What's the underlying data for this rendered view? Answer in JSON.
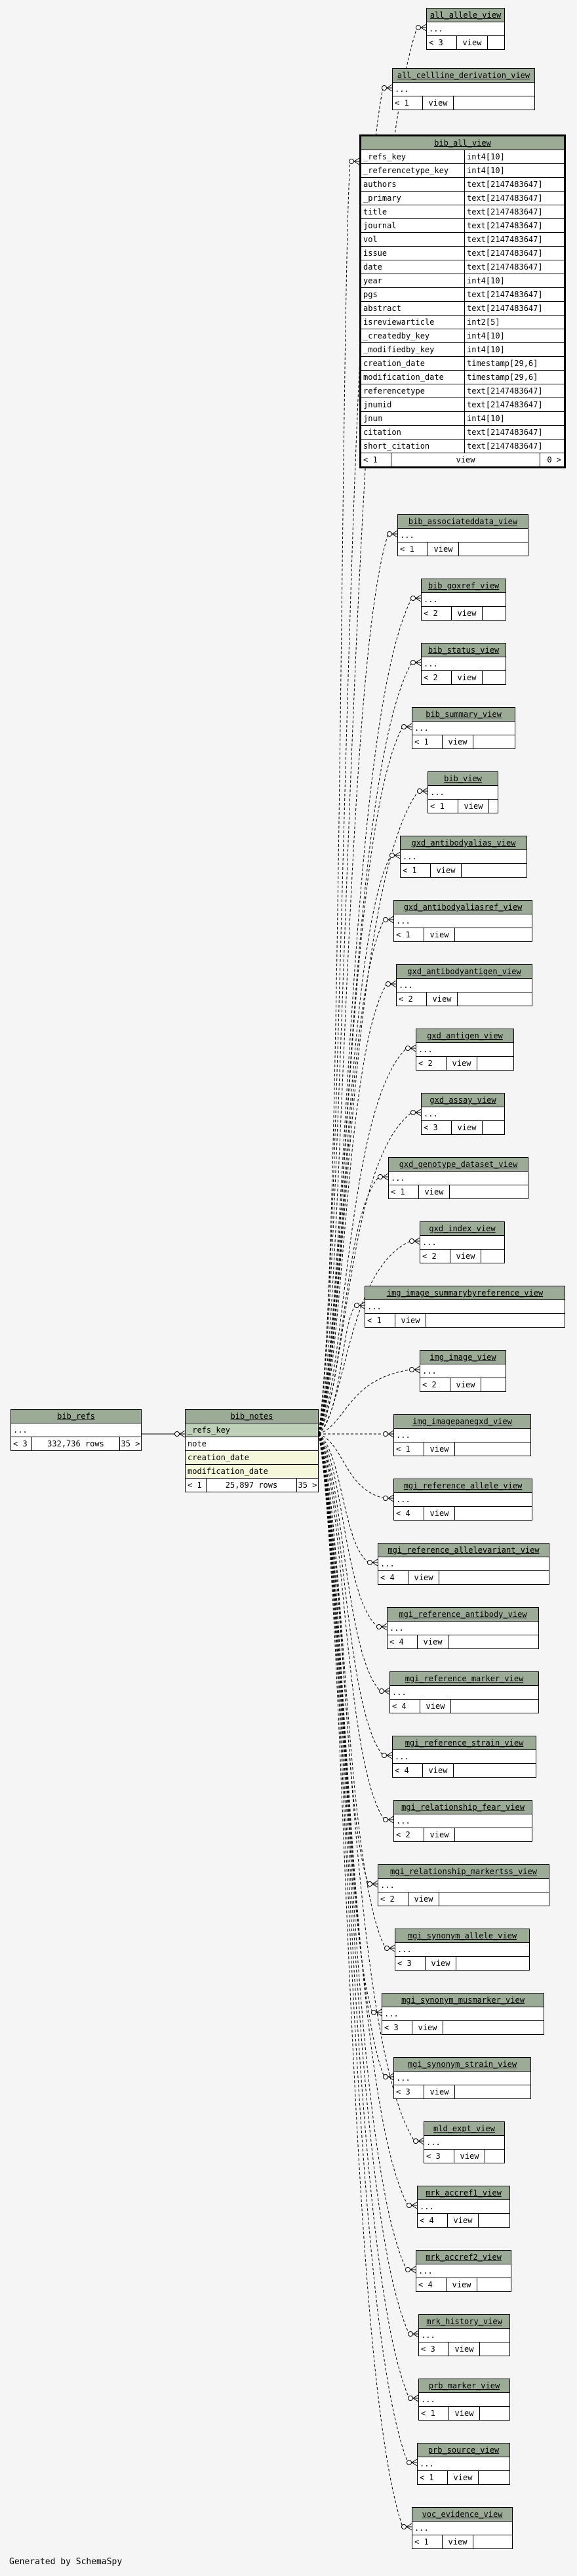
{
  "footer_text": "Generated by SchemaSpy",
  "colors": {
    "header_bg": "#9bab96",
    "key_bg": "#bed1b8",
    "index_bg": "#f4f7da",
    "edge": "#000000"
  },
  "bib_refs": {
    "name": "bib_refs",
    "row": "...",
    "left": "< 3",
    "rows": "332,736 rows",
    "right": "35 >"
  },
  "bib_notes": {
    "name": "bib_notes",
    "columns": [
      "_refs_key",
      "note",
      "creation_date",
      "modification_date"
    ],
    "left": "< 1",
    "rows": "25,897 rows",
    "right": "35 >"
  },
  "bib_all_view": {
    "name": "bib_all_view",
    "columns": [
      {
        "name": "_refs_key",
        "type": "int4[10]"
      },
      {
        "name": "_referencetype_key",
        "type": "int4[10]"
      },
      {
        "name": "authors",
        "type": "text[2147483647]"
      },
      {
        "name": "_primary",
        "type": "text[2147483647]"
      },
      {
        "name": "title",
        "type": "text[2147483647]"
      },
      {
        "name": "journal",
        "type": "text[2147483647]"
      },
      {
        "name": "vol",
        "type": "text[2147483647]"
      },
      {
        "name": "issue",
        "type": "text[2147483647]"
      },
      {
        "name": "date",
        "type": "text[2147483647]"
      },
      {
        "name": "year",
        "type": "int4[10]"
      },
      {
        "name": "pgs",
        "type": "text[2147483647]"
      },
      {
        "name": "abstract",
        "type": "text[2147483647]"
      },
      {
        "name": "isreviewarticle",
        "type": "int2[5]"
      },
      {
        "name": "_createdby_key",
        "type": "int4[10]"
      },
      {
        "name": "_modifiedby_key",
        "type": "int4[10]"
      },
      {
        "name": "creation_date",
        "type": "timestamp[29,6]"
      },
      {
        "name": "modification_date",
        "type": "timestamp[29,6]"
      },
      {
        "name": "referencetype",
        "type": "text[2147483647]"
      },
      {
        "name": "jnumid",
        "type": "text[2147483647]"
      },
      {
        "name": "jnum",
        "type": "int4[10]"
      },
      {
        "name": "citation",
        "type": "text[2147483647]"
      },
      {
        "name": "short_citation",
        "type": "text[2147483647]"
      }
    ],
    "left": "< 1",
    "mid": "view",
    "right": "0 >"
  },
  "views": [
    {
      "name": "all_allele_view",
      "count": "< 3",
      "label": "view"
    },
    {
      "name": "all_cellline_derivation_view",
      "count": "< 1",
      "label": "view"
    },
    {
      "name": "bib_associateddata_view",
      "count": "< 1",
      "label": "view"
    },
    {
      "name": "bib_goxref_view",
      "count": "< 2",
      "label": "view"
    },
    {
      "name": "bib_status_view",
      "count": "< 2",
      "label": "view"
    },
    {
      "name": "bib_summary_view",
      "count": "< 1",
      "label": "view"
    },
    {
      "name": "bib_view",
      "count": "< 1",
      "label": "view"
    },
    {
      "name": "gxd_antibodyalias_view",
      "count": "< 1",
      "label": "view"
    },
    {
      "name": "gxd_antibodyaliasref_view",
      "count": "< 1",
      "label": "view"
    },
    {
      "name": "gxd_antibodyantigen_view",
      "count": "< 2",
      "label": "view"
    },
    {
      "name": "gxd_antigen_view",
      "count": "< 2",
      "label": "view"
    },
    {
      "name": "gxd_assay_view",
      "count": "< 3",
      "label": "view"
    },
    {
      "name": "gxd_genotype_dataset_view",
      "count": "< 1",
      "label": "view"
    },
    {
      "name": "gxd_index_view",
      "count": "< 2",
      "label": "view"
    },
    {
      "name": "img_image_summarybyreference_view",
      "count": "< 1",
      "label": "view"
    },
    {
      "name": "img_image_view",
      "count": "< 2",
      "label": "view"
    },
    {
      "name": "img_imagepanegxd_view",
      "count": "< 1",
      "label": "view"
    },
    {
      "name": "mgi_reference_allele_view",
      "count": "< 4",
      "label": "view"
    },
    {
      "name": "mgi_reference_allelevariant_view",
      "count": "< 4",
      "label": "view"
    },
    {
      "name": "mgi_reference_antibody_view",
      "count": "< 4",
      "label": "view"
    },
    {
      "name": "mgi_reference_marker_view",
      "count": "< 4",
      "label": "view"
    },
    {
      "name": "mgi_reference_strain_view",
      "count": "< 4",
      "label": "view"
    },
    {
      "name": "mgi_relationship_fear_view",
      "count": "< 2",
      "label": "view"
    },
    {
      "name": "mgi_relationship_markertss_view",
      "count": "< 2",
      "label": "view"
    },
    {
      "name": "mgi_synonym_allele_view",
      "count": "< 3",
      "label": "view"
    },
    {
      "name": "mgi_synonym_musmarker_view",
      "count": "< 3",
      "label": "view"
    },
    {
      "name": "mgi_synonym_strain_view",
      "count": "< 3",
      "label": "view"
    },
    {
      "name": "mld_expt_view",
      "count": "< 3",
      "label": "view"
    },
    {
      "name": "mrk_accref1_view",
      "count": "< 4",
      "label": "view"
    },
    {
      "name": "mrk_accref2_view",
      "count": "< 4",
      "label": "view"
    },
    {
      "name": "mrk_history_view",
      "count": "< 3",
      "label": "view"
    },
    {
      "name": "prb_marker_view",
      "count": "< 1",
      "label": "view"
    },
    {
      "name": "prb_source_view",
      "count": "< 1",
      "label": "view"
    },
    {
      "name": "voc_evidence_view",
      "count": "< 1",
      "label": "view"
    }
  ],
  "view_row_text": "..."
}
